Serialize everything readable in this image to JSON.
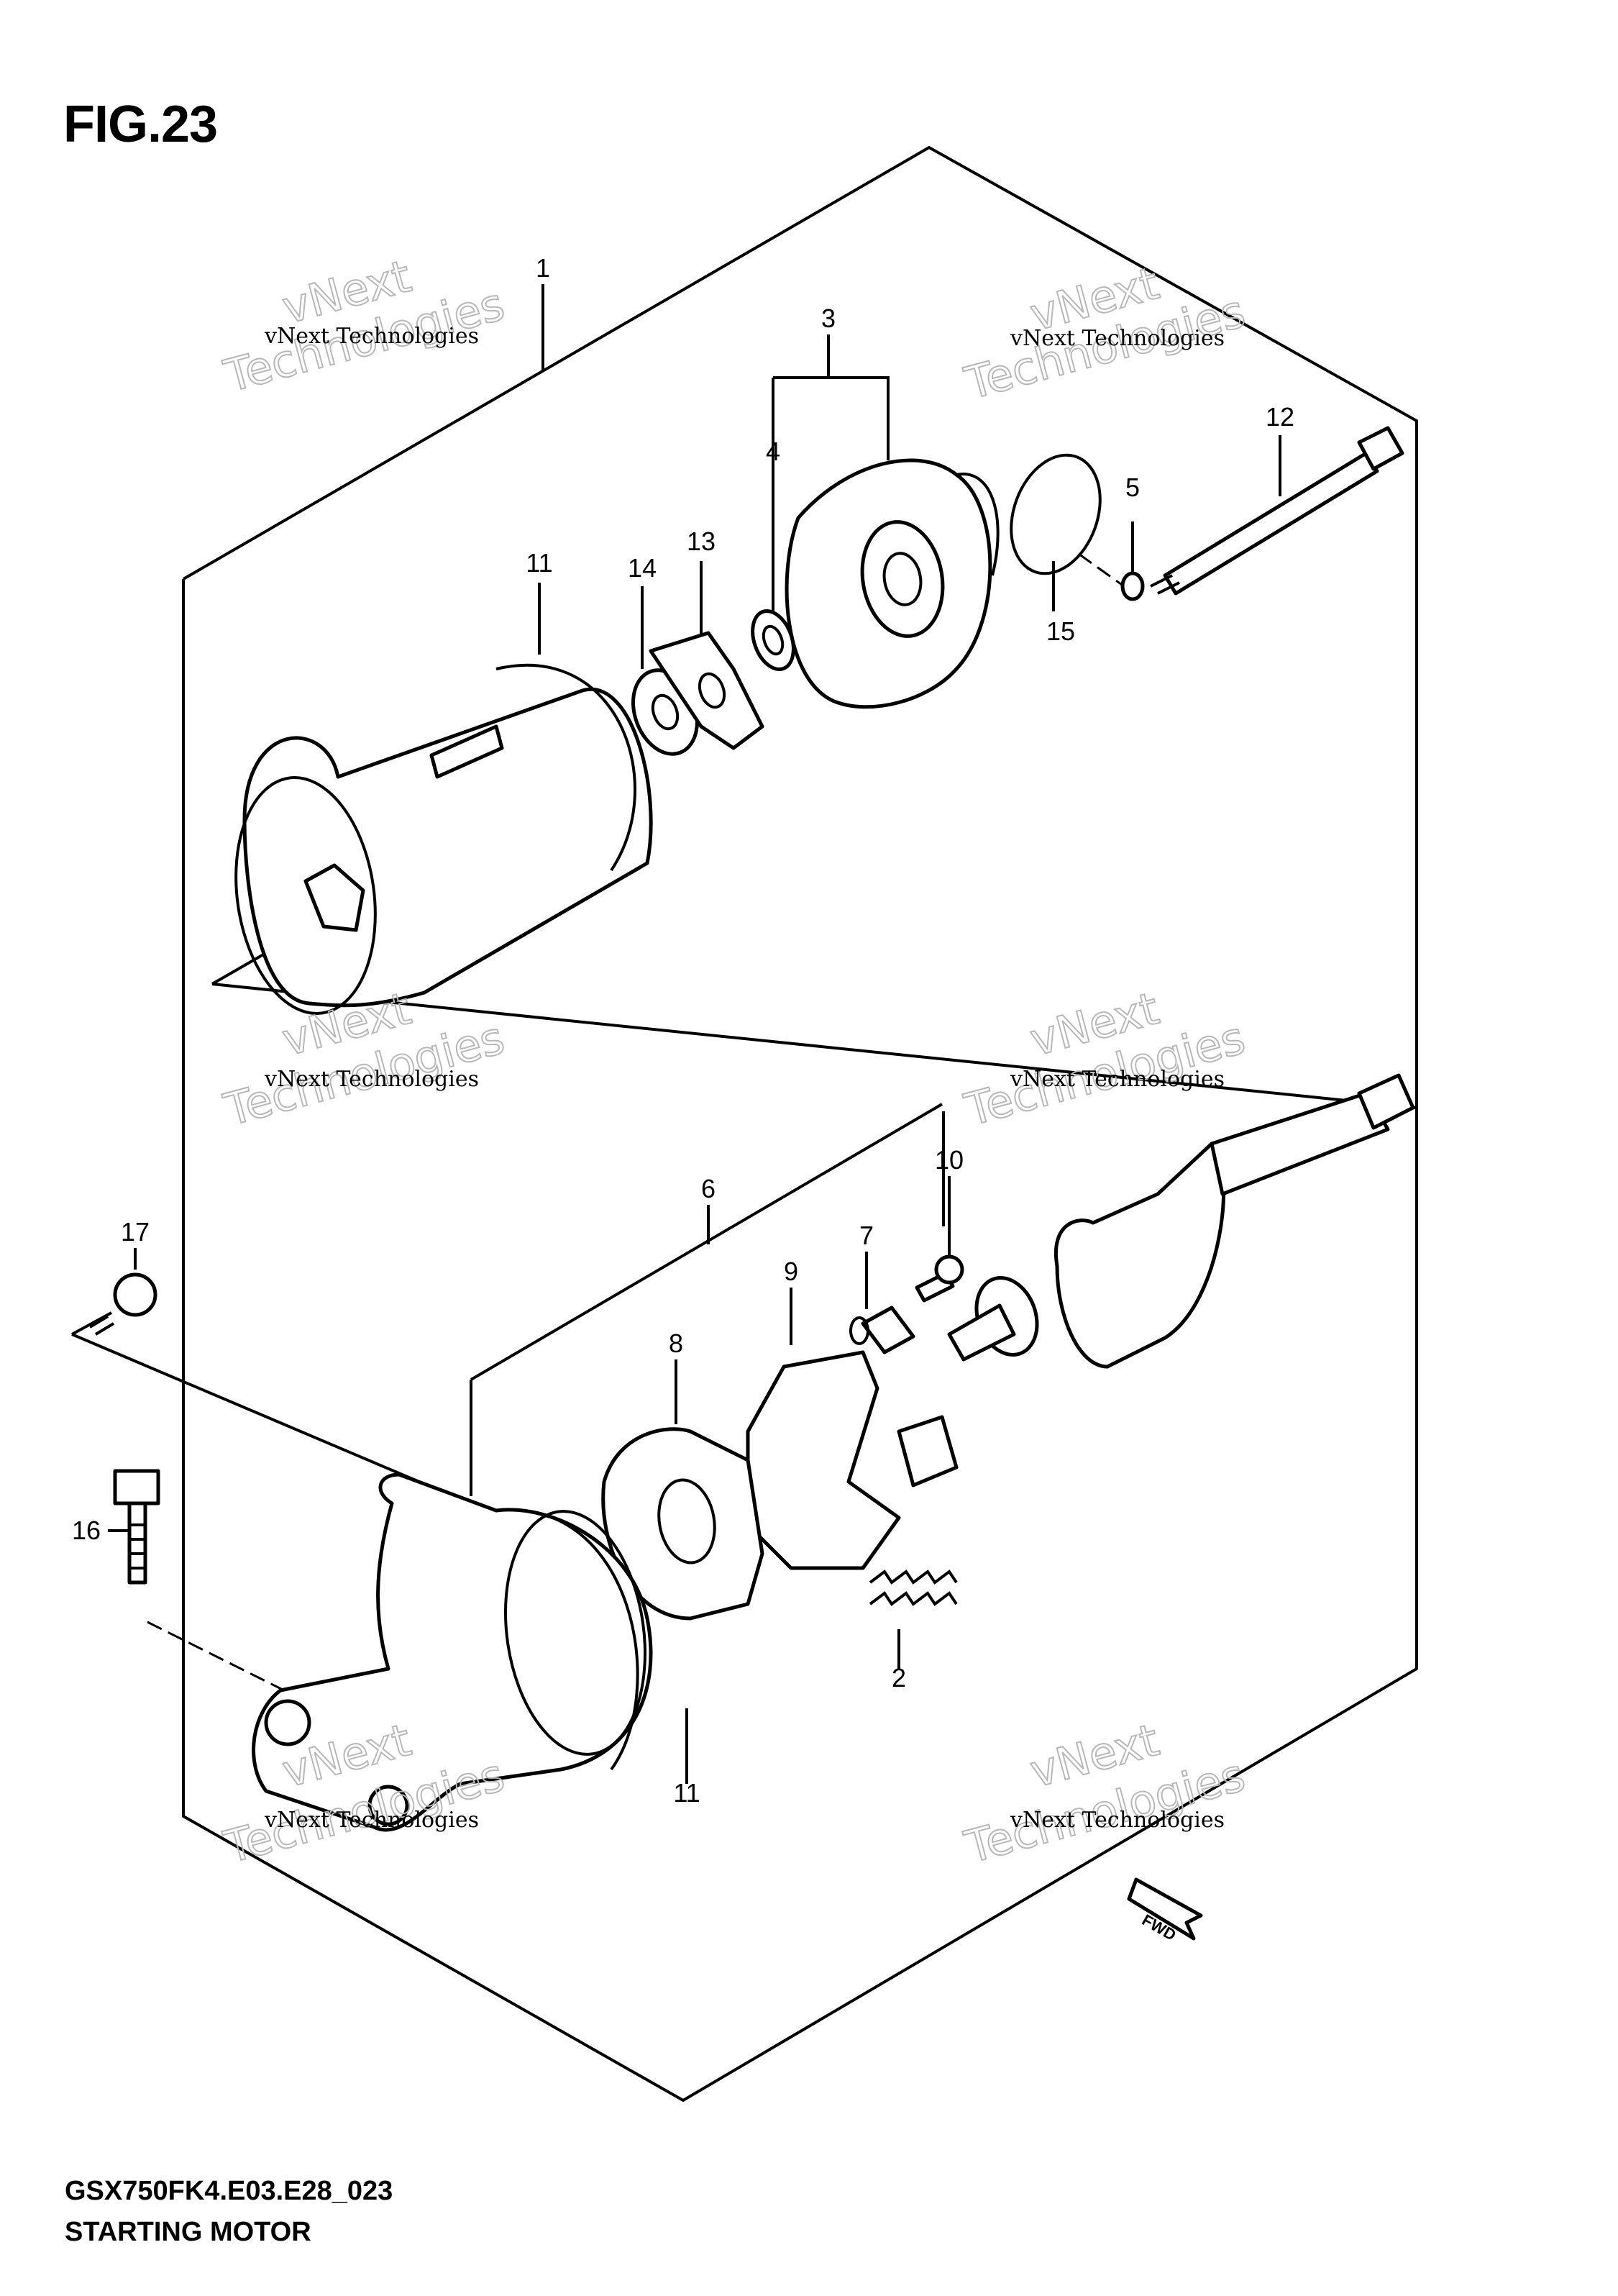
{
  "figure": {
    "title": "FIG.23"
  },
  "footer": {
    "model_code": "GSX750FK4.E03.E28_023",
    "section_name": "STARTING MOTOR"
  },
  "callouts": [
    "1",
    "3",
    "4",
    "5",
    "12",
    "11",
    "14",
    "13",
    "15",
    "6",
    "10",
    "7",
    "9",
    "8",
    "17",
    "16",
    "2",
    "11"
  ],
  "watermark": {
    "line1": "vNext Technologies",
    "line2": "vNext",
    "line3": "Technologies"
  },
  "fwd_label": "FWD"
}
